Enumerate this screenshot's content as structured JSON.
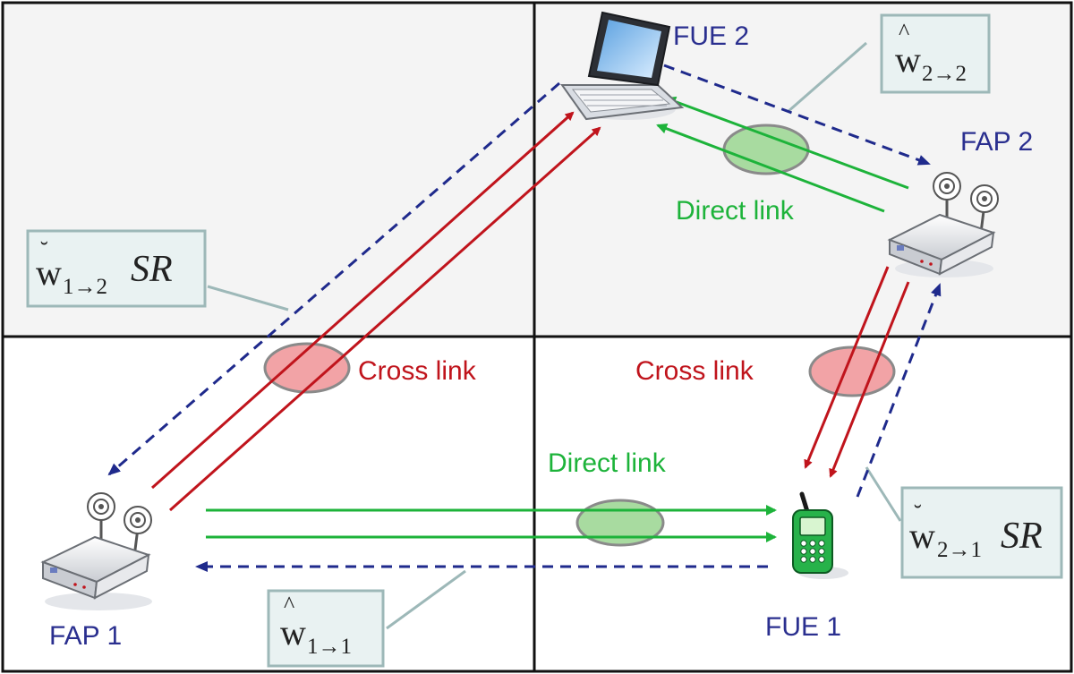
{
  "nodes": {
    "fue2": "FUE 2",
    "fap2": "FAP 2",
    "fap1": "FAP 1",
    "fue1": "FUE 1"
  },
  "links": {
    "direct_top": "Direct link",
    "direct_bottom": "Direct link",
    "cross_left": "Cross link",
    "cross_right": "Cross link"
  },
  "labels": {
    "w22": {
      "base": "w",
      "accent": "^",
      "sub": "2→2",
      "suffix": ""
    },
    "w12": {
      "base": "w",
      "accent": "˘",
      "sub": "1→2",
      "suffix": "SR"
    },
    "w21": {
      "base": "w",
      "accent": "˘",
      "sub": "2→1",
      "suffix": "SR"
    },
    "w11": {
      "base": "w",
      "accent": "^",
      "sub": "1→1",
      "suffix": ""
    }
  },
  "colors": {
    "cross": "#c0141c",
    "direct": "#1db33a",
    "feedback": "#1f2a8c",
    "node_text": "#2a2f8f",
    "cross_ellipse": "#f2a3a6",
    "direct_ellipse": "#a8dba0",
    "label_box": "#e9f2f2",
    "label_border": "#9db8b8"
  }
}
